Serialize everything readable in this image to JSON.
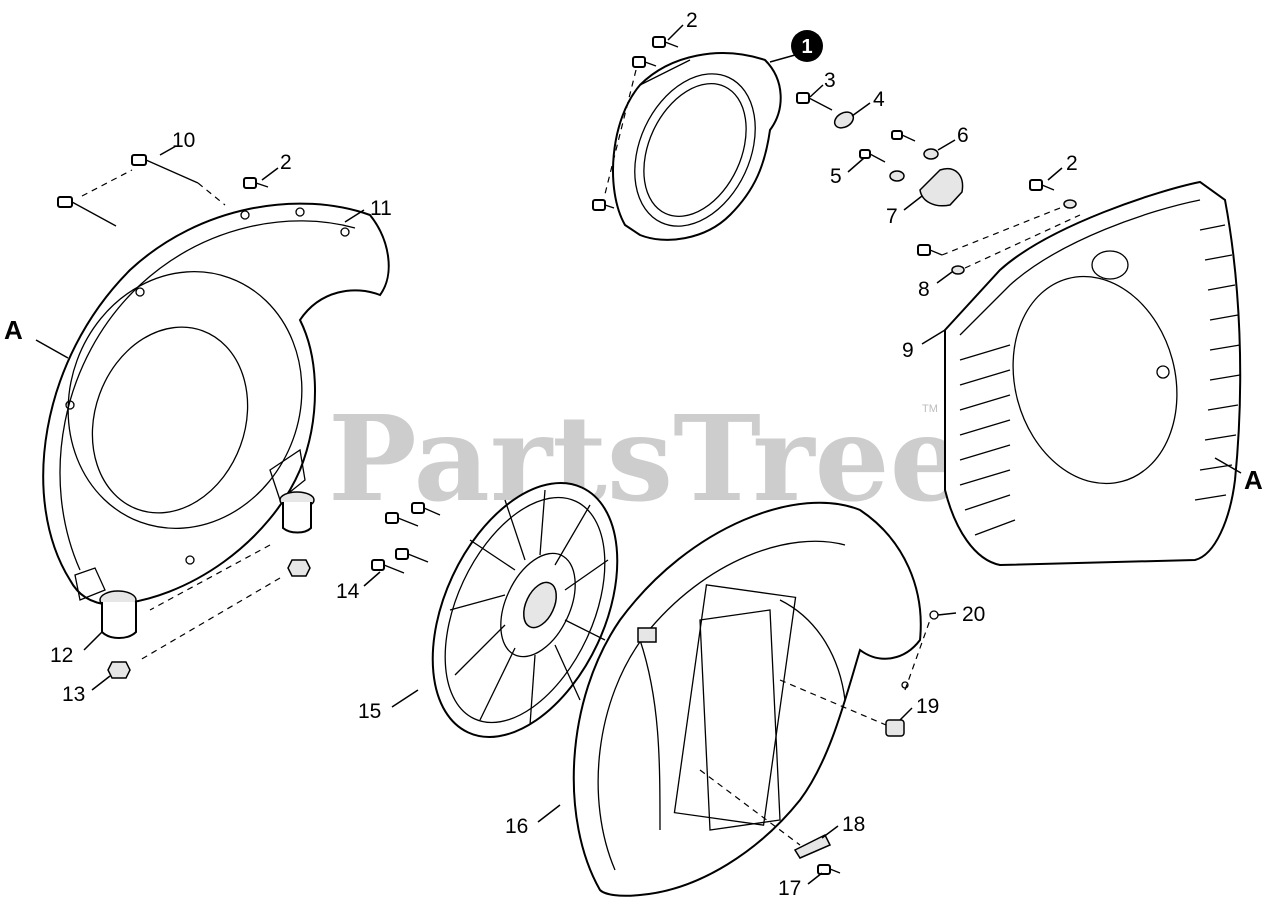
{
  "watermark": {
    "text": "PartsTree",
    "trademark": "TM"
  },
  "callouts": [
    {
      "id": "c1",
      "label": "1",
      "highlighted": true
    },
    {
      "id": "c2a",
      "label": "2"
    },
    {
      "id": "c2b",
      "label": "2"
    },
    {
      "id": "c2c",
      "label": "2"
    },
    {
      "id": "c3",
      "label": "3"
    },
    {
      "id": "c4",
      "label": "4"
    },
    {
      "id": "c5",
      "label": "5"
    },
    {
      "id": "c6",
      "label": "6"
    },
    {
      "id": "c7",
      "label": "7"
    },
    {
      "id": "c8",
      "label": "8"
    },
    {
      "id": "c9",
      "label": "9"
    },
    {
      "id": "c10",
      "label": "10"
    },
    {
      "id": "c11",
      "label": "11"
    },
    {
      "id": "c12",
      "label": "12"
    },
    {
      "id": "c13",
      "label": "13"
    },
    {
      "id": "c14",
      "label": "14"
    },
    {
      "id": "c15",
      "label": "15"
    },
    {
      "id": "c16",
      "label": "16"
    },
    {
      "id": "c17",
      "label": "17"
    },
    {
      "id": "c18",
      "label": "18"
    },
    {
      "id": "c19",
      "label": "19"
    },
    {
      "id": "c20",
      "label": "20"
    }
  ],
  "alignment_marks": {
    "left": "A",
    "right": "A"
  }
}
